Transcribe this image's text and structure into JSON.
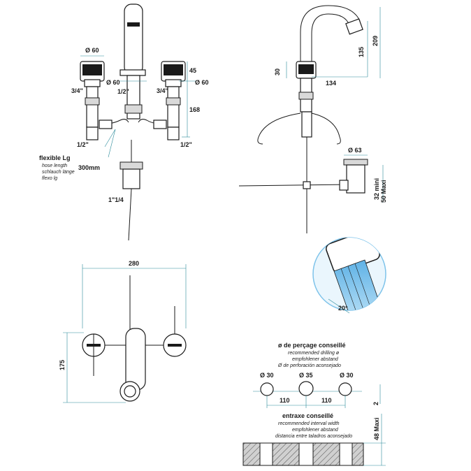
{
  "front_view": {
    "dim_handle_dia": "Ø 60",
    "dim_spout_dia": "Ø 60",
    "dim_handle_dia_right": "Ø 60",
    "dim_45": "45",
    "dim_168": "168",
    "thread_left_top": "3/4\"",
    "thread_center": "1/2\"",
    "thread_right_top": "3/4\"",
    "thread_left_bottom": "1/2\"",
    "thread_right_bottom": "1/2\"",
    "flex_title": "flexible Lg",
    "flex_en": "hose length",
    "flex_de": "schlauch länge",
    "flex_es": "flexo lg",
    "flex_length": "300mm",
    "drain_thread": "1\"1/4"
  },
  "side_view": {
    "dim_30": "30",
    "dim_135": "135",
    "dim_209": "209",
    "dim_134": "134",
    "dim_drain_dia": "Ø 63",
    "dim_32_mini": "32 mini",
    "dim_50_maxi": "50 Maxi",
    "angle": "20°"
  },
  "top_view": {
    "dim_280": "280",
    "dim_175": "175"
  },
  "drilling": {
    "title": "ø de perçage conseillé",
    "en": "recommended drilling ø",
    "de": "empfohlener abstand",
    "es": "Ø de perforación aconsejado",
    "hole_left": "Ø 30",
    "hole_center": "Ø 35",
    "hole_right": "Ø 30",
    "spacing_left": "110",
    "spacing_right": "110",
    "dim_2": "2"
  },
  "interval": {
    "title": "entraxe conseillé",
    "en": "recommended interval width",
    "de": "empfohlener abstand",
    "es": "distancia entre taladros aconsejado",
    "dim_48_maxi": "48 Maxi"
  },
  "colors": {
    "line": "#1a1a1a",
    "dimension": "#2a8a9a",
    "water": "#7ec3ea"
  }
}
